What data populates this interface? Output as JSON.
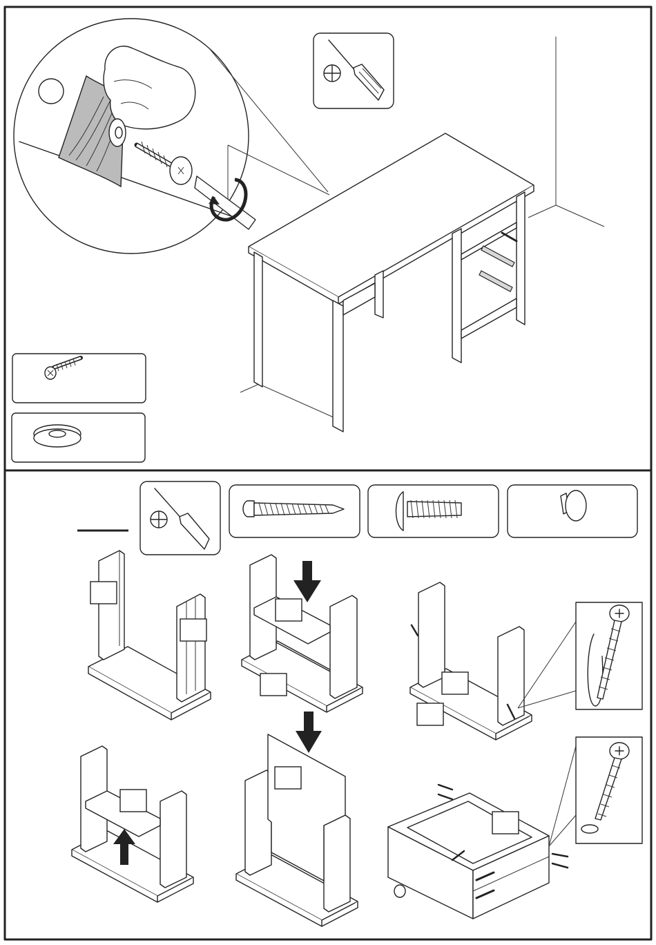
{
  "document": {
    "panels": [
      {
        "id": "top",
        "description_items": [
          "screwdriver-tool",
          "screw-with-washer-detail",
          "assembled-desk"
        ]
      },
      {
        "id": "bottom",
        "description_items": [
          "screwdriver-tool",
          "cam-bolt",
          "cam-lock",
          "drawer-knob"
        ]
      }
    ],
    "step_number": "",
    "part_labels": [
      "",
      "",
      "",
      "",
      "",
      "",
      "",
      "",
      "",
      ""
    ],
    "colors": {
      "line": "#222222",
      "background": "#ffffff",
      "accent": "#000000"
    }
  }
}
